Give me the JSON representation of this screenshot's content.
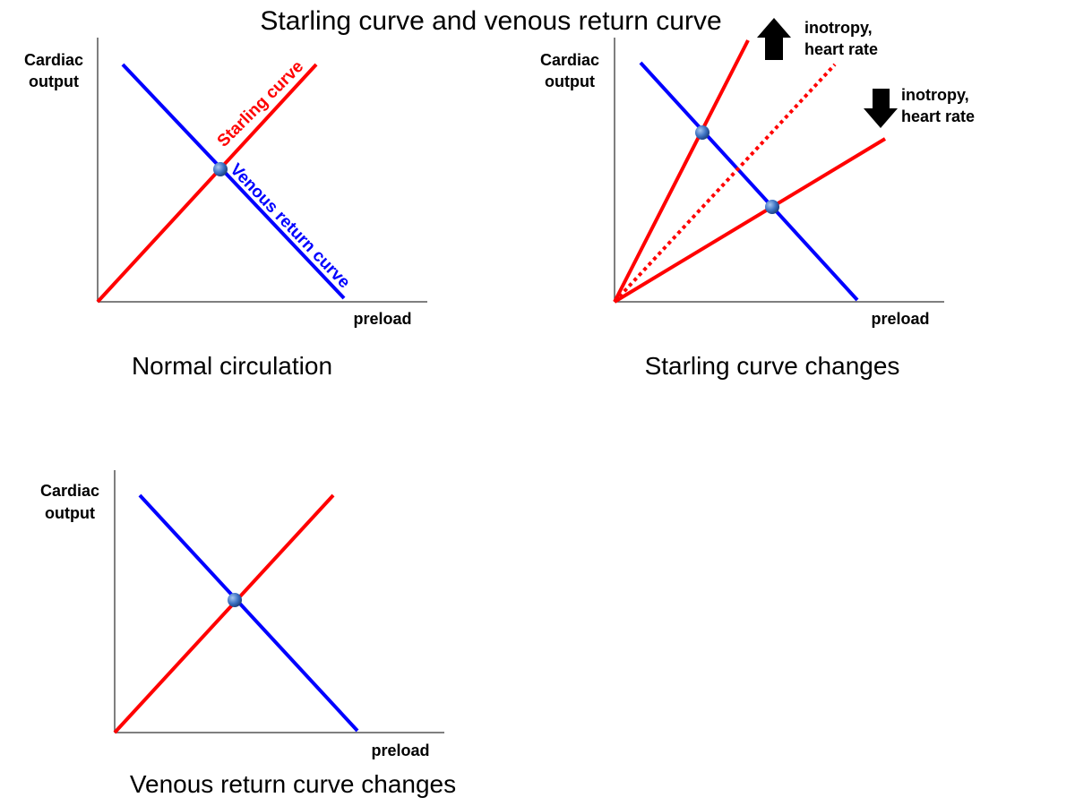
{
  "title": "Starling curve and venous return curve",
  "colors": {
    "starling": "#ff0000",
    "venous": "#0000ff",
    "axis": "#555555",
    "point": "#3f74c4",
    "arrow": "#000000"
  },
  "panels": [
    {
      "caption": "Normal circulation",
      "ylabel_line1": "Cardiac",
      "ylabel_line2": "output",
      "xlabel": "preload",
      "starling_label": "Starling curve",
      "venous_label": "Venous return curve"
    },
    {
      "caption": "Starling curve changes",
      "ylabel_line1": "Cardiac",
      "ylabel_line2": "output",
      "xlabel": "preload",
      "up_label_line1": "inotropy,",
      "up_label_line2": "heart rate",
      "down_label_line1": "inotropy,",
      "down_label_line2": "heart rate"
    },
    {
      "caption": "Venous return curve changes",
      "ylabel_line1": "Cardiac",
      "ylabel_line2": "output",
      "xlabel": "preload"
    }
  ]
}
